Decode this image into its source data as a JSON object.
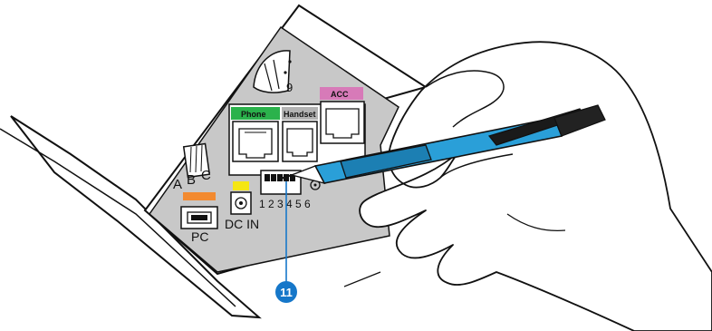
{
  "ports": {
    "phone": "Phone",
    "handset": "Handset",
    "acc": "ACC",
    "pc": "PC",
    "dc_in": "DC IN"
  },
  "dip_switch": {
    "numbers": "1 2 3 4 5 6"
  },
  "selector": {
    "a": "A",
    "b": "B",
    "c": "C"
  },
  "dial_digit": "9",
  "callout": {
    "number": "11"
  },
  "colors": {
    "phone": "#2bb24c",
    "handset": "#b3b3b3",
    "acc": "#d77ab8",
    "pc": "#f28a30",
    "dc_in": "#f5e614",
    "panel": "#c8c8c8",
    "pen_body": "#2a9fd8",
    "callout": "#1677c9"
  }
}
